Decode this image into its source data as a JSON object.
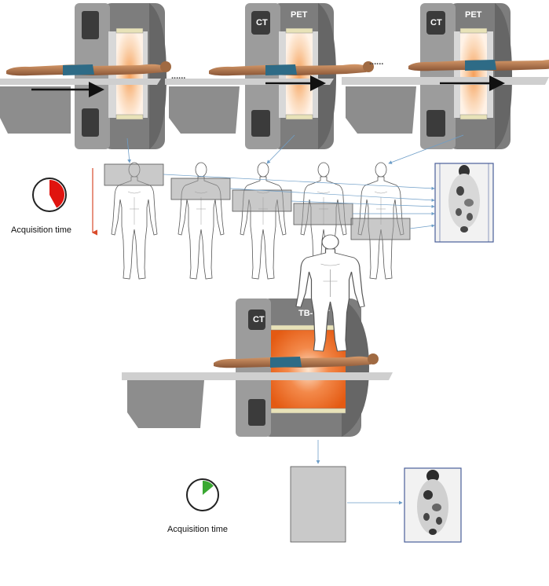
{
  "conventional": {
    "scanner_labels": {
      "ct": "CT",
      "pet": "PET"
    },
    "separator": "......",
    "acquisition_label": "Acquisition time",
    "clock_fraction": 0.42,
    "clock_color": "#e0140f"
  },
  "total_body": {
    "scanner_labels": {
      "ct": "CT",
      "pet": "TB-PET"
    },
    "acquisition_label": "Acquisition time",
    "clock_fraction": 0.14,
    "clock_color": "#3aa832"
  },
  "colors": {
    "scanner_body": "#8a8a8a",
    "scanner_dark": "#3f3f3f",
    "table": "#9a9a9a",
    "fov_glow": "#f07a2a",
    "roi_box": "#9d9d9d",
    "link_line": "#6e9ec8"
  }
}
